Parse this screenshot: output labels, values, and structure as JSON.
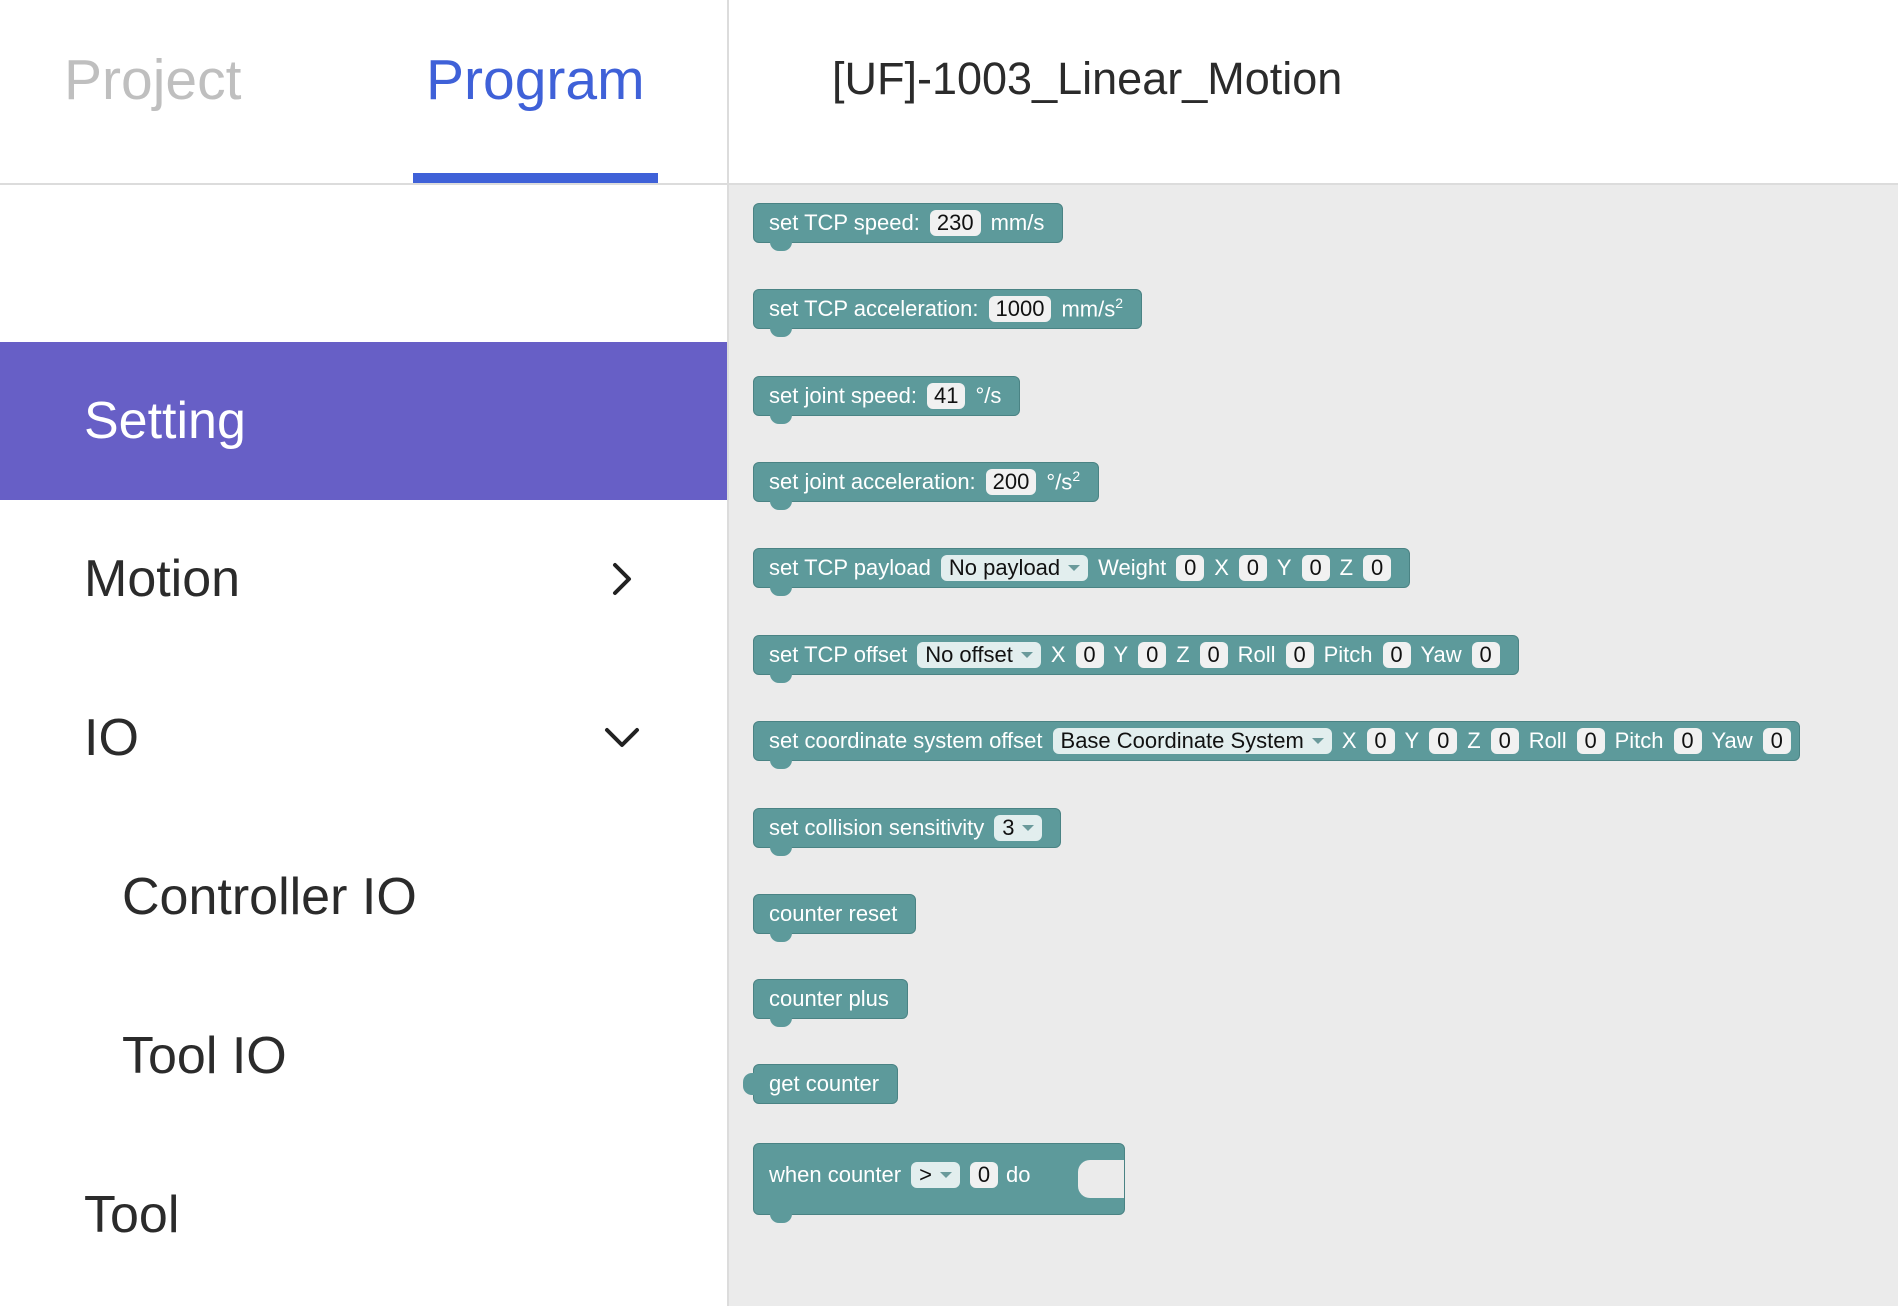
{
  "header": {
    "tabs": [
      {
        "label": "Project",
        "active": false
      },
      {
        "label": "Program",
        "active": true
      }
    ],
    "program_title": "[UF]-1003_Linear_Motion",
    "accent_color": "#3f61d8"
  },
  "sidebar": {
    "items": [
      {
        "label": "Setting",
        "active": true,
        "icon": null
      },
      {
        "label": "Motion",
        "icon": "chevron-right-icon"
      },
      {
        "label": "IO",
        "icon": "chevron-down-icon"
      },
      {
        "label": "Controller IO",
        "indent": true
      },
      {
        "label": "Tool IO",
        "indent": true
      },
      {
        "label": "Tool"
      }
    ],
    "active_color": "#675fc6"
  },
  "blocks": {
    "color": "#5d9a9b",
    "tcp_speed": {
      "label": "set TCP speed:",
      "value": "230",
      "unit": "mm/s"
    },
    "tcp_accel": {
      "label": "set TCP acceleration:",
      "value": "1000",
      "unit": "mm/s",
      "unit_sup": "2"
    },
    "joint_speed": {
      "label": "set joint speed:",
      "value": "41",
      "unit": "°/s"
    },
    "joint_accel": {
      "label": "set joint acceleration:",
      "value": "200",
      "unit": "°/s",
      "unit_sup": "2"
    },
    "tcp_payload": {
      "label": "set TCP payload",
      "dropdown": "No payload",
      "weight_label": "Weight",
      "weight": "0",
      "x_label": "X",
      "x": "0",
      "y_label": "Y",
      "y": "0",
      "z_label": "Z",
      "z": "0"
    },
    "tcp_offset": {
      "label": "set TCP offset",
      "dropdown": "No offset",
      "x_label": "X",
      "x": "0",
      "y_label": "Y",
      "y": "0",
      "z_label": "Z",
      "z": "0",
      "roll_label": "Roll",
      "roll": "0",
      "pitch_label": "Pitch",
      "pitch": "0",
      "yaw_label": "Yaw",
      "yaw": "0"
    },
    "coord_offset": {
      "label": "set coordinate system offset",
      "dropdown": "Base Coordinate System",
      "x_label": "X",
      "x": "0",
      "y_label": "Y",
      "y": "0",
      "z_label": "Z",
      "z": "0",
      "roll_label": "Roll",
      "roll": "0",
      "pitch_label": "Pitch",
      "pitch": "0",
      "yaw_label": "Yaw",
      "yaw": "0"
    },
    "collision": {
      "label": "set collision sensitivity",
      "dropdown": "3"
    },
    "counter_reset": {
      "label": "counter reset"
    },
    "counter_plus": {
      "label": "counter plus"
    },
    "get_counter": {
      "label": "get counter"
    },
    "when_counter": {
      "label": "when counter",
      "operator": ">",
      "value": "0",
      "do_label": "do"
    }
  }
}
